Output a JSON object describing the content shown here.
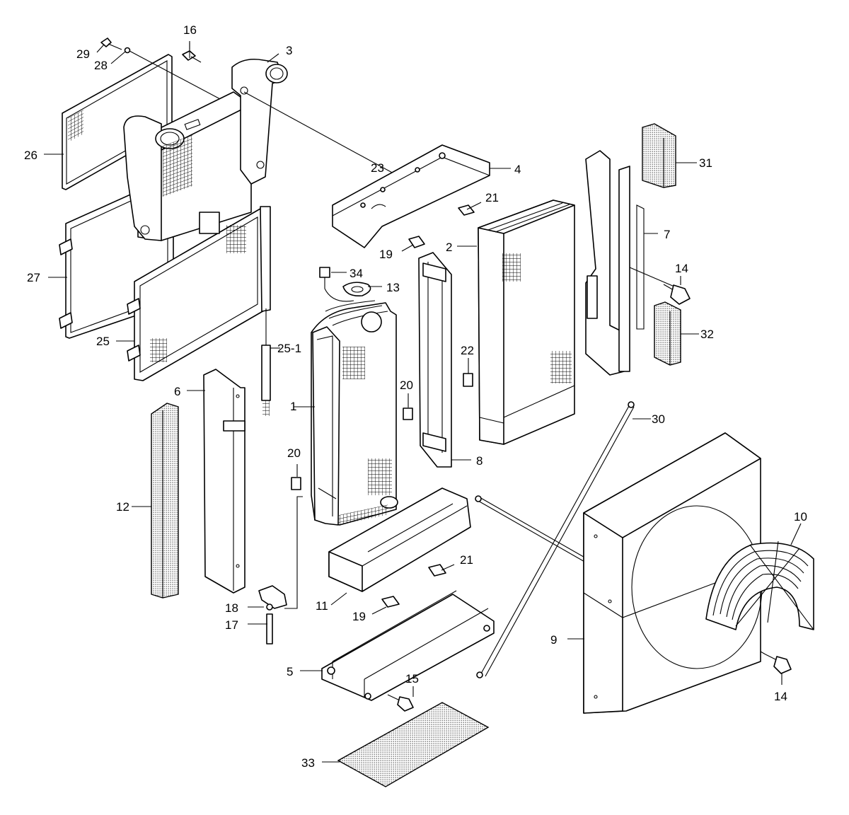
{
  "callouts": [
    {
      "id": "c1",
      "text": "1"
    },
    {
      "id": "c2",
      "text": "2"
    },
    {
      "id": "c3",
      "text": "3"
    },
    {
      "id": "c4",
      "text": "4"
    },
    {
      "id": "c5",
      "text": "5"
    },
    {
      "id": "c6",
      "text": "6"
    },
    {
      "id": "c7",
      "text": "7"
    },
    {
      "id": "c8",
      "text": "8"
    },
    {
      "id": "c9",
      "text": "9"
    },
    {
      "id": "c10",
      "text": "10"
    },
    {
      "id": "c11",
      "text": "11"
    },
    {
      "id": "c12",
      "text": "12"
    },
    {
      "id": "c13",
      "text": "13"
    },
    {
      "id": "c14a",
      "text": "14"
    },
    {
      "id": "c14b",
      "text": "14"
    },
    {
      "id": "c15",
      "text": "15"
    },
    {
      "id": "c16",
      "text": "16"
    },
    {
      "id": "c17",
      "text": "17"
    },
    {
      "id": "c18",
      "text": "18"
    },
    {
      "id": "c19a",
      "text": "19"
    },
    {
      "id": "c19b",
      "text": "19"
    },
    {
      "id": "c20a",
      "text": "20"
    },
    {
      "id": "c20b",
      "text": "20"
    },
    {
      "id": "c21a",
      "text": "21"
    },
    {
      "id": "c21b",
      "text": "21"
    },
    {
      "id": "c22",
      "text": "22"
    },
    {
      "id": "c23",
      "text": "23"
    },
    {
      "id": "c25",
      "text": "25"
    },
    {
      "id": "c25-1",
      "text": "25-1"
    },
    {
      "id": "c26",
      "text": "26"
    },
    {
      "id": "c27",
      "text": "27"
    },
    {
      "id": "c28",
      "text": "28"
    },
    {
      "id": "c29",
      "text": "29"
    },
    {
      "id": "c30",
      "text": "30"
    },
    {
      "id": "c31",
      "text": "31"
    },
    {
      "id": "c32",
      "text": "32"
    },
    {
      "id": "c33",
      "text": "33"
    },
    {
      "id": "c34",
      "text": "34"
    }
  ]
}
